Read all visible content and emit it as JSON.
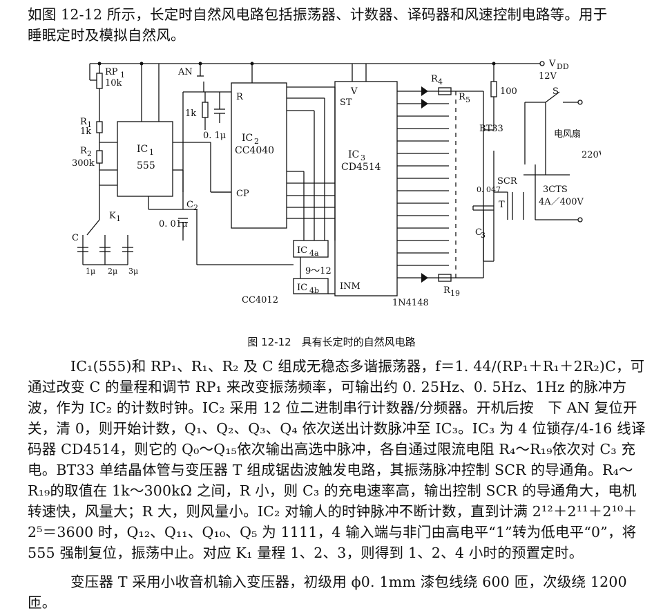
{
  "intro": {
    "line1": "如图 12-12 所示，长定时自然风电路包括振荡器、计数器、译码器和风速控制电路等。用于",
    "line2": "睡眠定时及模拟自然风。"
  },
  "figure": {
    "caption": "图 12-12　具有长定时的自然风电路",
    "labels": {
      "vdd": "V",
      "vdd_sub": "DD",
      "v12": "12V",
      "rp1": "RP",
      "rp1_sub": "1",
      "rp1_val": "10k",
      "r1": "R",
      "r1_sub": "1",
      "r1_val": "1k",
      "r2": "R",
      "r2_sub": "2",
      "r2_val": "300k",
      "ic1": "IC",
      "ic1_sub": "1",
      "ic1_type": "555",
      "c2": "C",
      "c2_sub": "2",
      "c2_val": "0. 01μ",
      "k1": "K",
      "k1_sub": "1",
      "c_lbl": "C",
      "c_vals": [
        "1μ",
        "2μ",
        "3μ"
      ],
      "an": "AN",
      "r_1k": "1k",
      "c_01": "0. 1μ",
      "ic2": "IC",
      "ic2_sub": "2",
      "ic2_type": "CC4040",
      "ic3": "IC",
      "ic3_sub": "3",
      "ic3_type": "CD4514",
      "ic4a": "IC",
      "ic4a_sub": "4a",
      "ic4b": "IC",
      "ic4b_sub": "4b",
      "cc4012": "CC4012",
      "r4": "R",
      "r4_sub": "4",
      "r5": "R",
      "r5_sub": "5",
      "r19": "R",
      "r19_sub": "19",
      "d_lbl": "1N4148",
      "r100": "100",
      "bt33": "BT33",
      "s": "S",
      "fan": "电风扇",
      "v220": "220V~",
      "scr": "SCR",
      "triac": "3CTS",
      "triac_val": "4A／400V",
      "t": "T",
      "c3": "C",
      "c3_sub": "3",
      "c3_val": "0. 047",
      "inm": "INM",
      "st": "ST",
      "vc": "V",
      "cp": "CP",
      "r_pin": "R",
      "range_9_12": "9～12"
    }
  },
  "body": {
    "p2": "IC₁(555)和 RP₁、R₁、R₂ 及 C 组成无稳态多谐振荡器，f＝1. 44/(RP₁＋R₁＋2R₂)C，可通过改变 C 的量程和调节 RP₁ 来改变振荡频率，可输出约 0. 25Hz、0. 5Hz、1Hz 的脉冲方波，作为 IC₂ 的计数时钟。IC₂ 采用 12 位二进制串行计数器/分频器。开机后按　下 AN 复位开关，清 0，则开始计数，Q₁、Q₂、Q₃、Q₄ 依次送出计数脉冲至 IC₃。IC₃ 为 4 位锁存/4-16 线译码器 CD4514，则它的 Q₀～Q₁₅依次输出高选中脉冲，各自通过限流电阻 R₄～R₁₉依次对 C₃ 充电。BT33 单结晶体管与变压器 T 组成锯齿波触发电路，其振荡脉冲控制 SCR 的导通角。R₄～R₁₉的取值在 1k～300kΩ 之间，R 小，则 C₃ 的充电速率高，输出控制 SCR 的导通角大，电机转速快，风量大；R 大，则风量小。IC₂ 对输人的时钟脉冲不断计数，直到计满 2¹²＋2¹¹＋2¹⁰＋2⁵＝3600 时，Q₁₂、Q₁₁、Q₁₀、Q₅ 为 1111，4 输入端与非门由高电平“1”转为低电平“0”，将 555 强制复位，振荡中止。对应 K₁ 量程 1、2、3，则得到 1、2、4 小时的预置定时。",
    "p3": "变压器 T 采用小收音机输入变压器，初级用 ϕ0. 1mm 漆包线绕 600 匝，次级绕 1200 匝。"
  }
}
